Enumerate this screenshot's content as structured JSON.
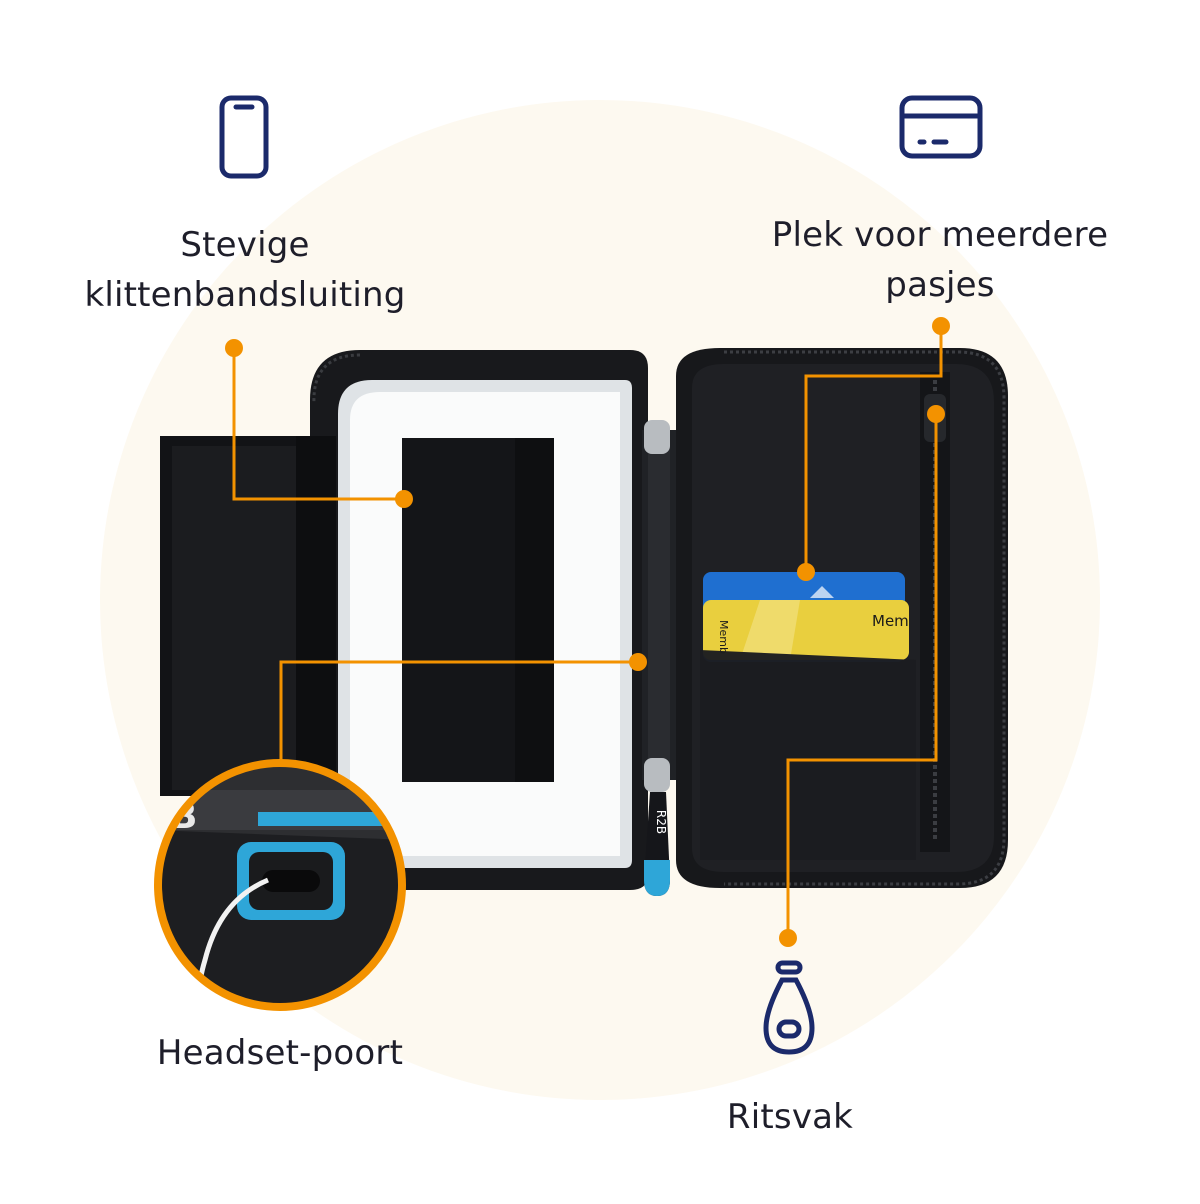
{
  "colors": {
    "background_circle": "#fdf9f0",
    "accent_orange": "#f39200",
    "icon_navy": "#1b2a6b",
    "case_black": "#17181b",
    "accent_blue": "#2ea6d8",
    "card_blue": "#1f6fd0",
    "card_yellow": "#e9cf3e"
  },
  "features": {
    "velcro": {
      "line1": "Stevige",
      "line2": "klittenbandsluiting",
      "icon": "phone-icon"
    },
    "cards": {
      "line1": "Plek voor meerdere",
      "line2": "pasjes",
      "icon": "card-icon"
    },
    "headset": {
      "label": "Headset-poort"
    },
    "zipper": {
      "label": "Ritsvak",
      "icon": "zipper-pull-icon"
    }
  },
  "product": {
    "card_text": "Mem",
    "card_text_small": "Memb",
    "zipper_brand": "R2B",
    "velcro_mark": "B"
  }
}
